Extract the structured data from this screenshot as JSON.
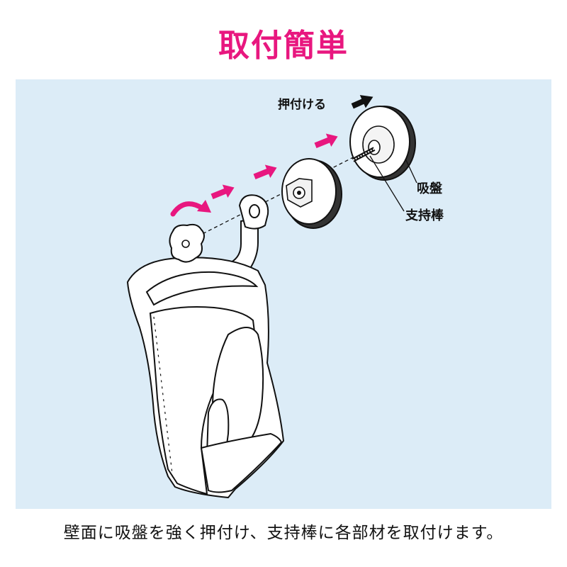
{
  "title": "取付簡単",
  "labels": {
    "push": "押付ける",
    "suction_cup": "吸盤",
    "support_rod": "支持棒"
  },
  "caption": "壁面に吸盤を強く押付け、支持棒に各部材を取付けます。",
  "colors": {
    "accent": "#e8177f",
    "panel_background": "#dcecf7",
    "line": "#111111"
  }
}
